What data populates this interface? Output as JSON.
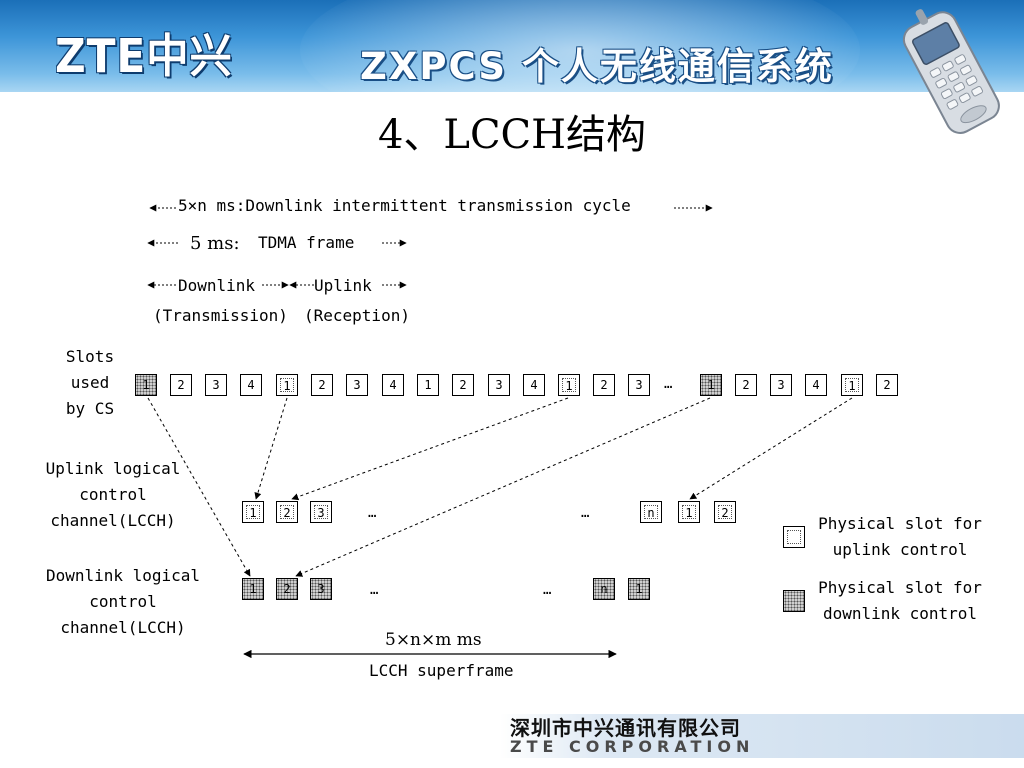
{
  "header": {
    "logo_text": "ZTE中兴",
    "banner_title": "ZXPCS 个人无线通信系统"
  },
  "slide": {
    "title": "4、LCCH结构"
  },
  "timing": {
    "cycle_label": "5×n ms:Downlink intermittent transmission cycle",
    "frame_ms": "5 ms:",
    "frame_label": "TDMA frame",
    "downlink": "Downlink",
    "uplink": "Uplink",
    "transmission": "(Transmission)",
    "reception": "(Reception)"
  },
  "rows": {
    "slots_label": [
      "Slots",
      "used",
      "by CS"
    ],
    "uplink_label": [
      "Uplink logical",
      "control",
      "channel(LCCH)"
    ],
    "downlink_label": [
      "Downlink logical",
      "control",
      "channel(LCCH)"
    ]
  },
  "slot_row": [
    {
      "text": "1",
      "kind": "dn"
    },
    {
      "text": "2",
      "kind": "plain"
    },
    {
      "text": "3",
      "kind": "plain"
    },
    {
      "text": "4",
      "kind": "plain"
    },
    {
      "text": "1",
      "kind": "up"
    },
    {
      "text": "2",
      "kind": "plain"
    },
    {
      "text": "3",
      "kind": "plain"
    },
    {
      "text": "4",
      "kind": "plain"
    },
    {
      "text": "1",
      "kind": "plain"
    },
    {
      "text": "2",
      "kind": "plain"
    },
    {
      "text": "3",
      "kind": "plain"
    },
    {
      "text": "4",
      "kind": "plain"
    },
    {
      "text": "1",
      "kind": "up"
    },
    {
      "text": "2",
      "kind": "plain"
    },
    {
      "text": "3",
      "kind": "plain"
    },
    {
      "text": "1",
      "kind": "dn"
    },
    {
      "text": "2",
      "kind": "plain"
    },
    {
      "text": "3",
      "kind": "plain"
    },
    {
      "text": "4",
      "kind": "plain"
    },
    {
      "text": "1",
      "kind": "up"
    },
    {
      "text": "2",
      "kind": "plain"
    }
  ],
  "uplink_slots": [
    "1",
    "2",
    "3",
    "n",
    "1",
    "2"
  ],
  "downlink_slots": [
    "1",
    "2",
    "3",
    "n",
    "1"
  ],
  "ellipsis": "…",
  "legend": {
    "uplink": [
      "Physical slot for",
      "uplink control"
    ],
    "downlink": [
      "Physical slot for",
      "downlink control"
    ]
  },
  "superframe": {
    "length": "5×n×m ms",
    "label": "LCCH superframe"
  },
  "footer": {
    "company_zh": "深圳市中兴通讯有限公司",
    "company_en": "ZTE CORPORATION"
  }
}
